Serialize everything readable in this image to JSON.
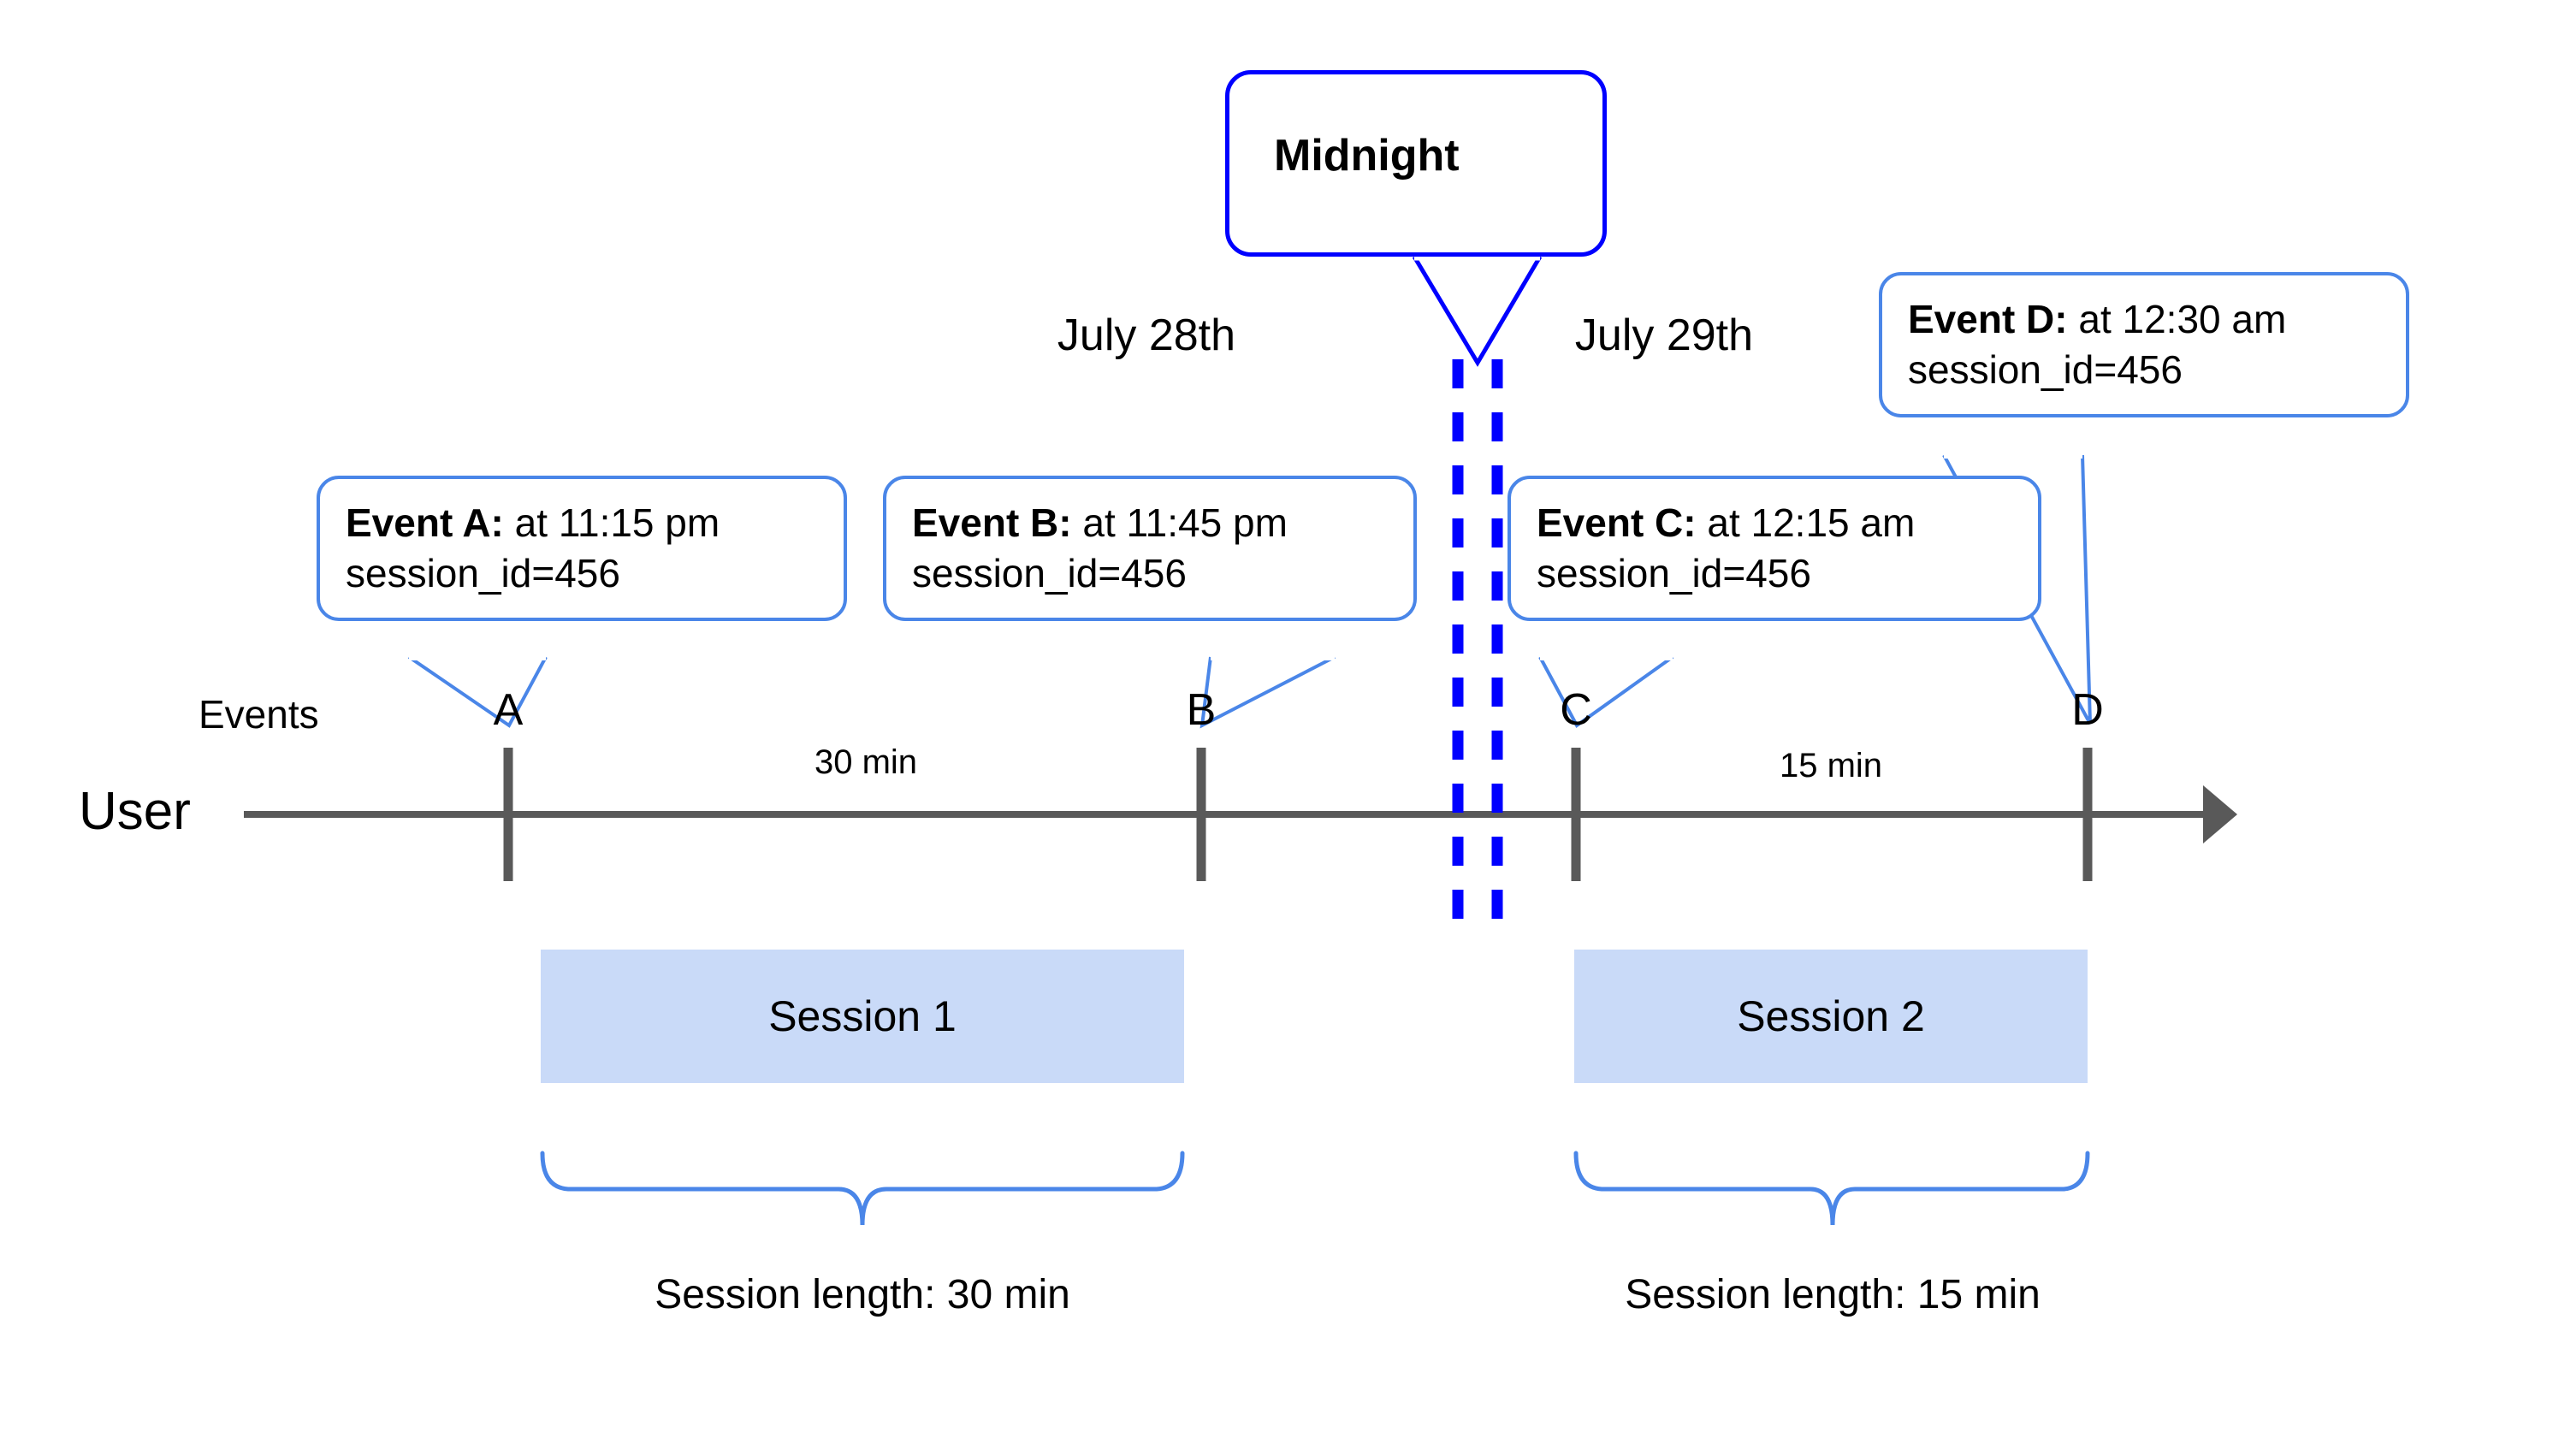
{
  "diagram": {
    "title_callout": {
      "label": "Midnight"
    },
    "row_labels": {
      "user": "User",
      "events": "Events"
    },
    "dates": [
      {
        "id": "july-28",
        "label": "July 28th"
      },
      {
        "id": "july-29",
        "label": "July 29th"
      }
    ],
    "events": [
      {
        "id": "a",
        "tick_letter": "A",
        "lead": "Event A:",
        "time_text": " at 11:15 pm",
        "session_line": "session_id=456"
      },
      {
        "id": "b",
        "tick_letter": "B",
        "lead": "Event B:",
        "time_text": " at 11:45 pm",
        "session_line": "session_id=456"
      },
      {
        "id": "c",
        "tick_letter": "C",
        "lead": "Event C:",
        "time_text": " at 12:15 am",
        "session_line": "session_id=456"
      },
      {
        "id": "d",
        "tick_letter": "D",
        "lead": "Event D:",
        "time_text": " at 12:30 am",
        "session_line": "session_id=456"
      }
    ],
    "durations": [
      {
        "id": "a-to-b",
        "label": "30 min"
      },
      {
        "id": "c-to-d",
        "label": "15 min"
      }
    ],
    "sessions": [
      {
        "id": "session-1",
        "block_label": "Session 1",
        "length_caption": "Session length: 30 min"
      },
      {
        "id": "session-2",
        "block_label": "Session 2",
        "length_caption": "Session length: 15 min"
      }
    ],
    "colors": {
      "callout_border": "#4a86e8",
      "midnight_border": "#0000ff",
      "midnight_dashes": "#0000ff",
      "axis": "#595959",
      "session_fill": "#c9daf8",
      "brace": "#4a86e8",
      "text": "#000000",
      "background": "#ffffff"
    }
  }
}
